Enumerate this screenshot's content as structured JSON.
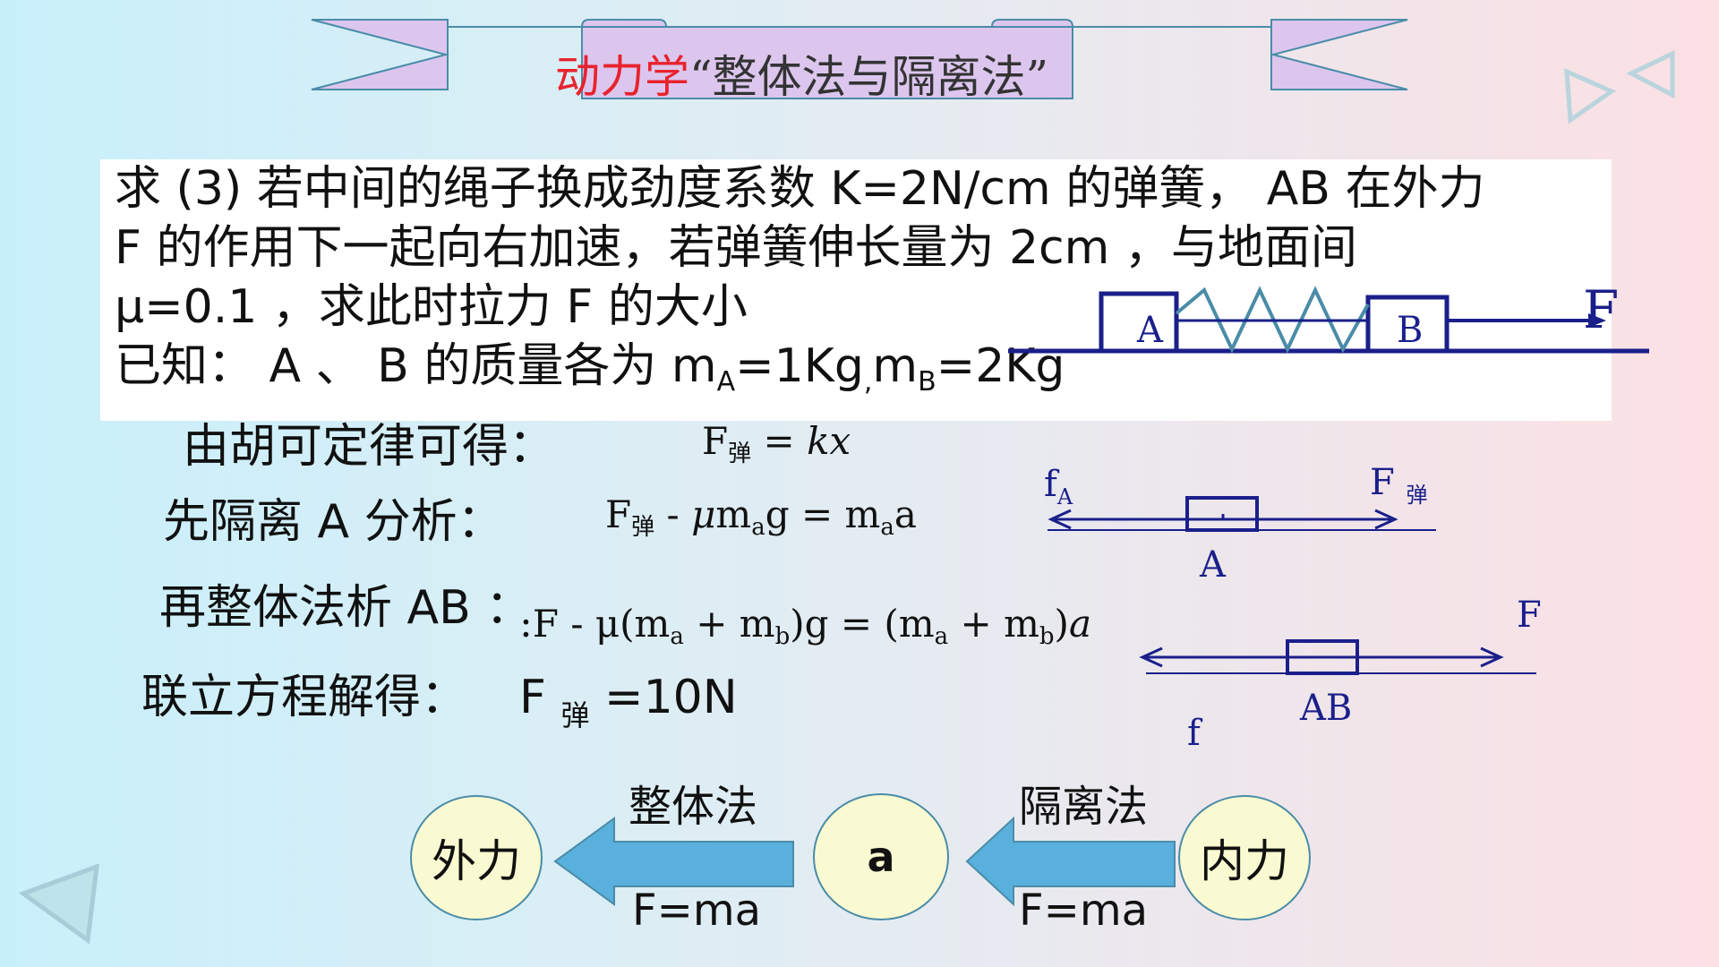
{
  "title": {
    "red": "动力学",
    "rest": "“整体法与隔离法”"
  },
  "problem": {
    "line1": "求 (3) 若中间的绳子换成劲度系数 K=2N/cm 的弹簧， AB 在外力",
    "line2": "F 的作用下一起向右加速，若弹簧伸长量为 2cm ，与地面间",
    "line3": "μ=0.1 ，求此时拉力 F 的大小",
    "line4_pre": "已知： A 、 B 的质量各为 m",
    "sub_A": "A",
    "mid": "=1Kg",
    "comma": ",",
    "m": "m",
    "sub_B": "B",
    "end": "=2Kg"
  },
  "steps": {
    "hooke": "由胡可定律可得：",
    "isolate": "先隔离 A 分析：",
    "whole": "再整体法析 AB ：",
    "solve": "联立方程解得："
  },
  "equations": {
    "eq1": {
      "F": "F",
      "sub": "弹",
      "rest": " = ",
      "kx": "kx"
    },
    "eq2": {
      "F": "F",
      "sub": "弹",
      "minus": " - ",
      "mu": "μ",
      "m": "m",
      "a_sub": "a",
      "g": "g = m",
      "a_sub2": "a",
      "a": "a"
    },
    "eq3": "F - μ(m",
    "eq3_a": "a",
    "eq3_p": " + m",
    "eq3_b": "b",
    "eq3_mid": ")g = (m",
    "eq3_a2": "a",
    "eq3_p2": " + m",
    "eq3_b2": "b",
    "eq3_end": ")",
    "eq3_acc": "a",
    "result": {
      "F": "F",
      "sub": "弹",
      "val": "=10N"
    }
  },
  "diagram_top": {
    "A": "A",
    "B": "B",
    "F": "F"
  },
  "diagram_a": {
    "f": "f",
    "f_sub": "A",
    "F": "F",
    "F_sub": "弹",
    "label": "A"
  },
  "diagram_ab": {
    "F": "F",
    "f": "f",
    "label": "AB"
  },
  "flow": {
    "outer": "外力",
    "center": "a",
    "inner": "内力",
    "left_top": "整体法",
    "left_bottom": "F=ma",
    "right_top": "隔离法",
    "right_bottom": "F=ma"
  },
  "colors": {
    "title_red": "#e8232d",
    "diagram_blue": "#1a1f8a",
    "spring": "#4a8ca8",
    "arrow_fill": "#5ab0dc",
    "circle_fill": "#fafad2",
    "banner": "#dcc6ee"
  }
}
